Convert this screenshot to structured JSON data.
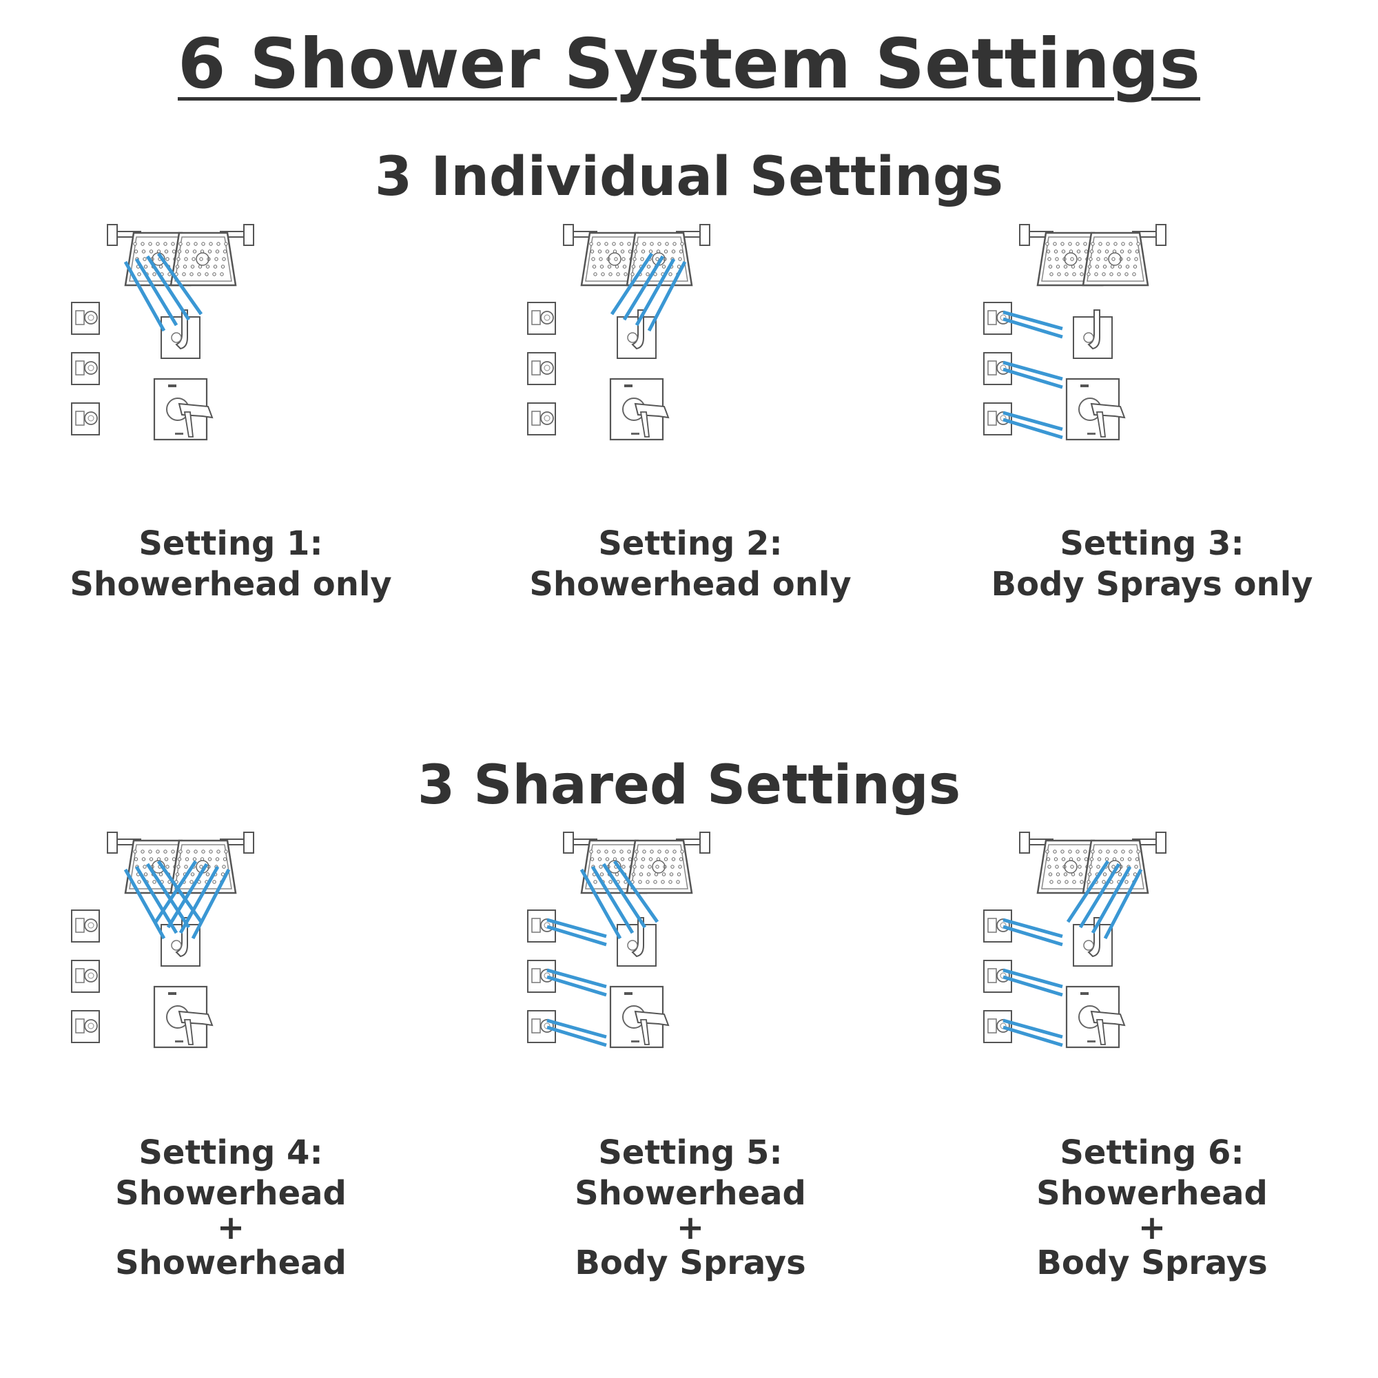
{
  "title": "6 Shower System Settings",
  "sections": [
    {
      "title": "3 Individual Settings"
    },
    {
      "title": "3 Shared Settings"
    }
  ],
  "settings": [
    {
      "label": "Setting 1:",
      "lines": [
        "Showerhead only"
      ],
      "active": {
        "head_left": true,
        "head_right": false,
        "body_sprays": false
      }
    },
    {
      "label": "Setting 2:",
      "lines": [
        "Showerhead only"
      ],
      "active": {
        "head_left": false,
        "head_right": true,
        "body_sprays": false
      }
    },
    {
      "label": "Setting 3:",
      "lines": [
        "Body Sprays only"
      ],
      "active": {
        "head_left": false,
        "head_right": false,
        "body_sprays": true
      }
    },
    {
      "label": "Setting 4:",
      "lines": [
        "Showerhead",
        "+",
        "Showerhead"
      ],
      "active": {
        "head_left": true,
        "head_right": true,
        "body_sprays": false
      }
    },
    {
      "label": "Setting 5:",
      "lines": [
        "Showerhead",
        "+",
        "Body Sprays"
      ],
      "active": {
        "head_left": true,
        "head_right": false,
        "body_sprays": true
      }
    },
    {
      "label": "Setting 6:",
      "lines": [
        "Showerhead",
        "+",
        "Body Sprays"
      ],
      "active": {
        "head_left": false,
        "head_right": true,
        "body_sprays": true
      }
    }
  ],
  "colors": {
    "water": "#3a97d4",
    "outline": "#555555",
    "text": "#333333"
  }
}
